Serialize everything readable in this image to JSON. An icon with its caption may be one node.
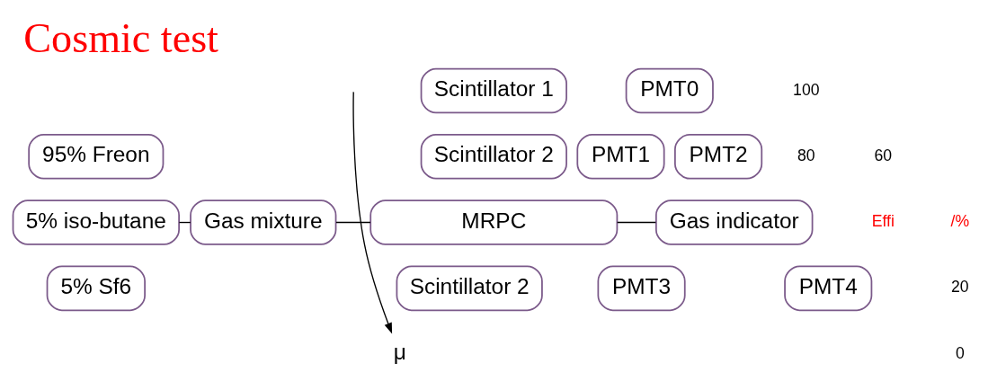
{
  "diagram": {
    "title": "Cosmic test",
    "nodes": [
      {
        "text": [
          "95% Freon"
        ]
      },
      {
        "text": [
          "5% iso-butane"
        ]
      },
      {
        "text": [
          "5% Sf6"
        ]
      },
      {
        "text": [
          "Gas mixture"
        ]
      },
      {
        "text": [
          "Scintillator 1"
        ]
      },
      {
        "text": [
          "PMT0"
        ]
      },
      {
        "text": [
          "PMT1"
        ]
      },
      {
        "text": [
          "Scintillator 2"
        ]
      },
      {
        "text": [
          "PMT2"
        ]
      },
      {
        "text": [
          "MRPC"
        ]
      },
      {
        "text": [
          "Gas indicator"
        ]
      },
      {
        "text": [
          "PMT3"
        ]
      },
      {
        "text": [
          "Scintillator 2"
        ]
      },
      {
        "text": [
          "PMT4"
        ]
      },
      {
        "text": [
          "μ"
        ]
      }
    ],
    "edges": [
      {
        "from": 1,
        "to": 3,
        "arrow": "none"
      },
      {
        "from": 3,
        "to": 9,
        "arrow": "none"
      },
      {
        "from": 9,
        "to": 10,
        "arrow": "none"
      },
      {
        "from": null,
        "to": 14,
        "arrow": "to"
      }
    ],
    "labels": [
      "100",
      "80",
      "60",
      "Effi",
      "/%",
      "20",
      "0"
    ]
  }
}
